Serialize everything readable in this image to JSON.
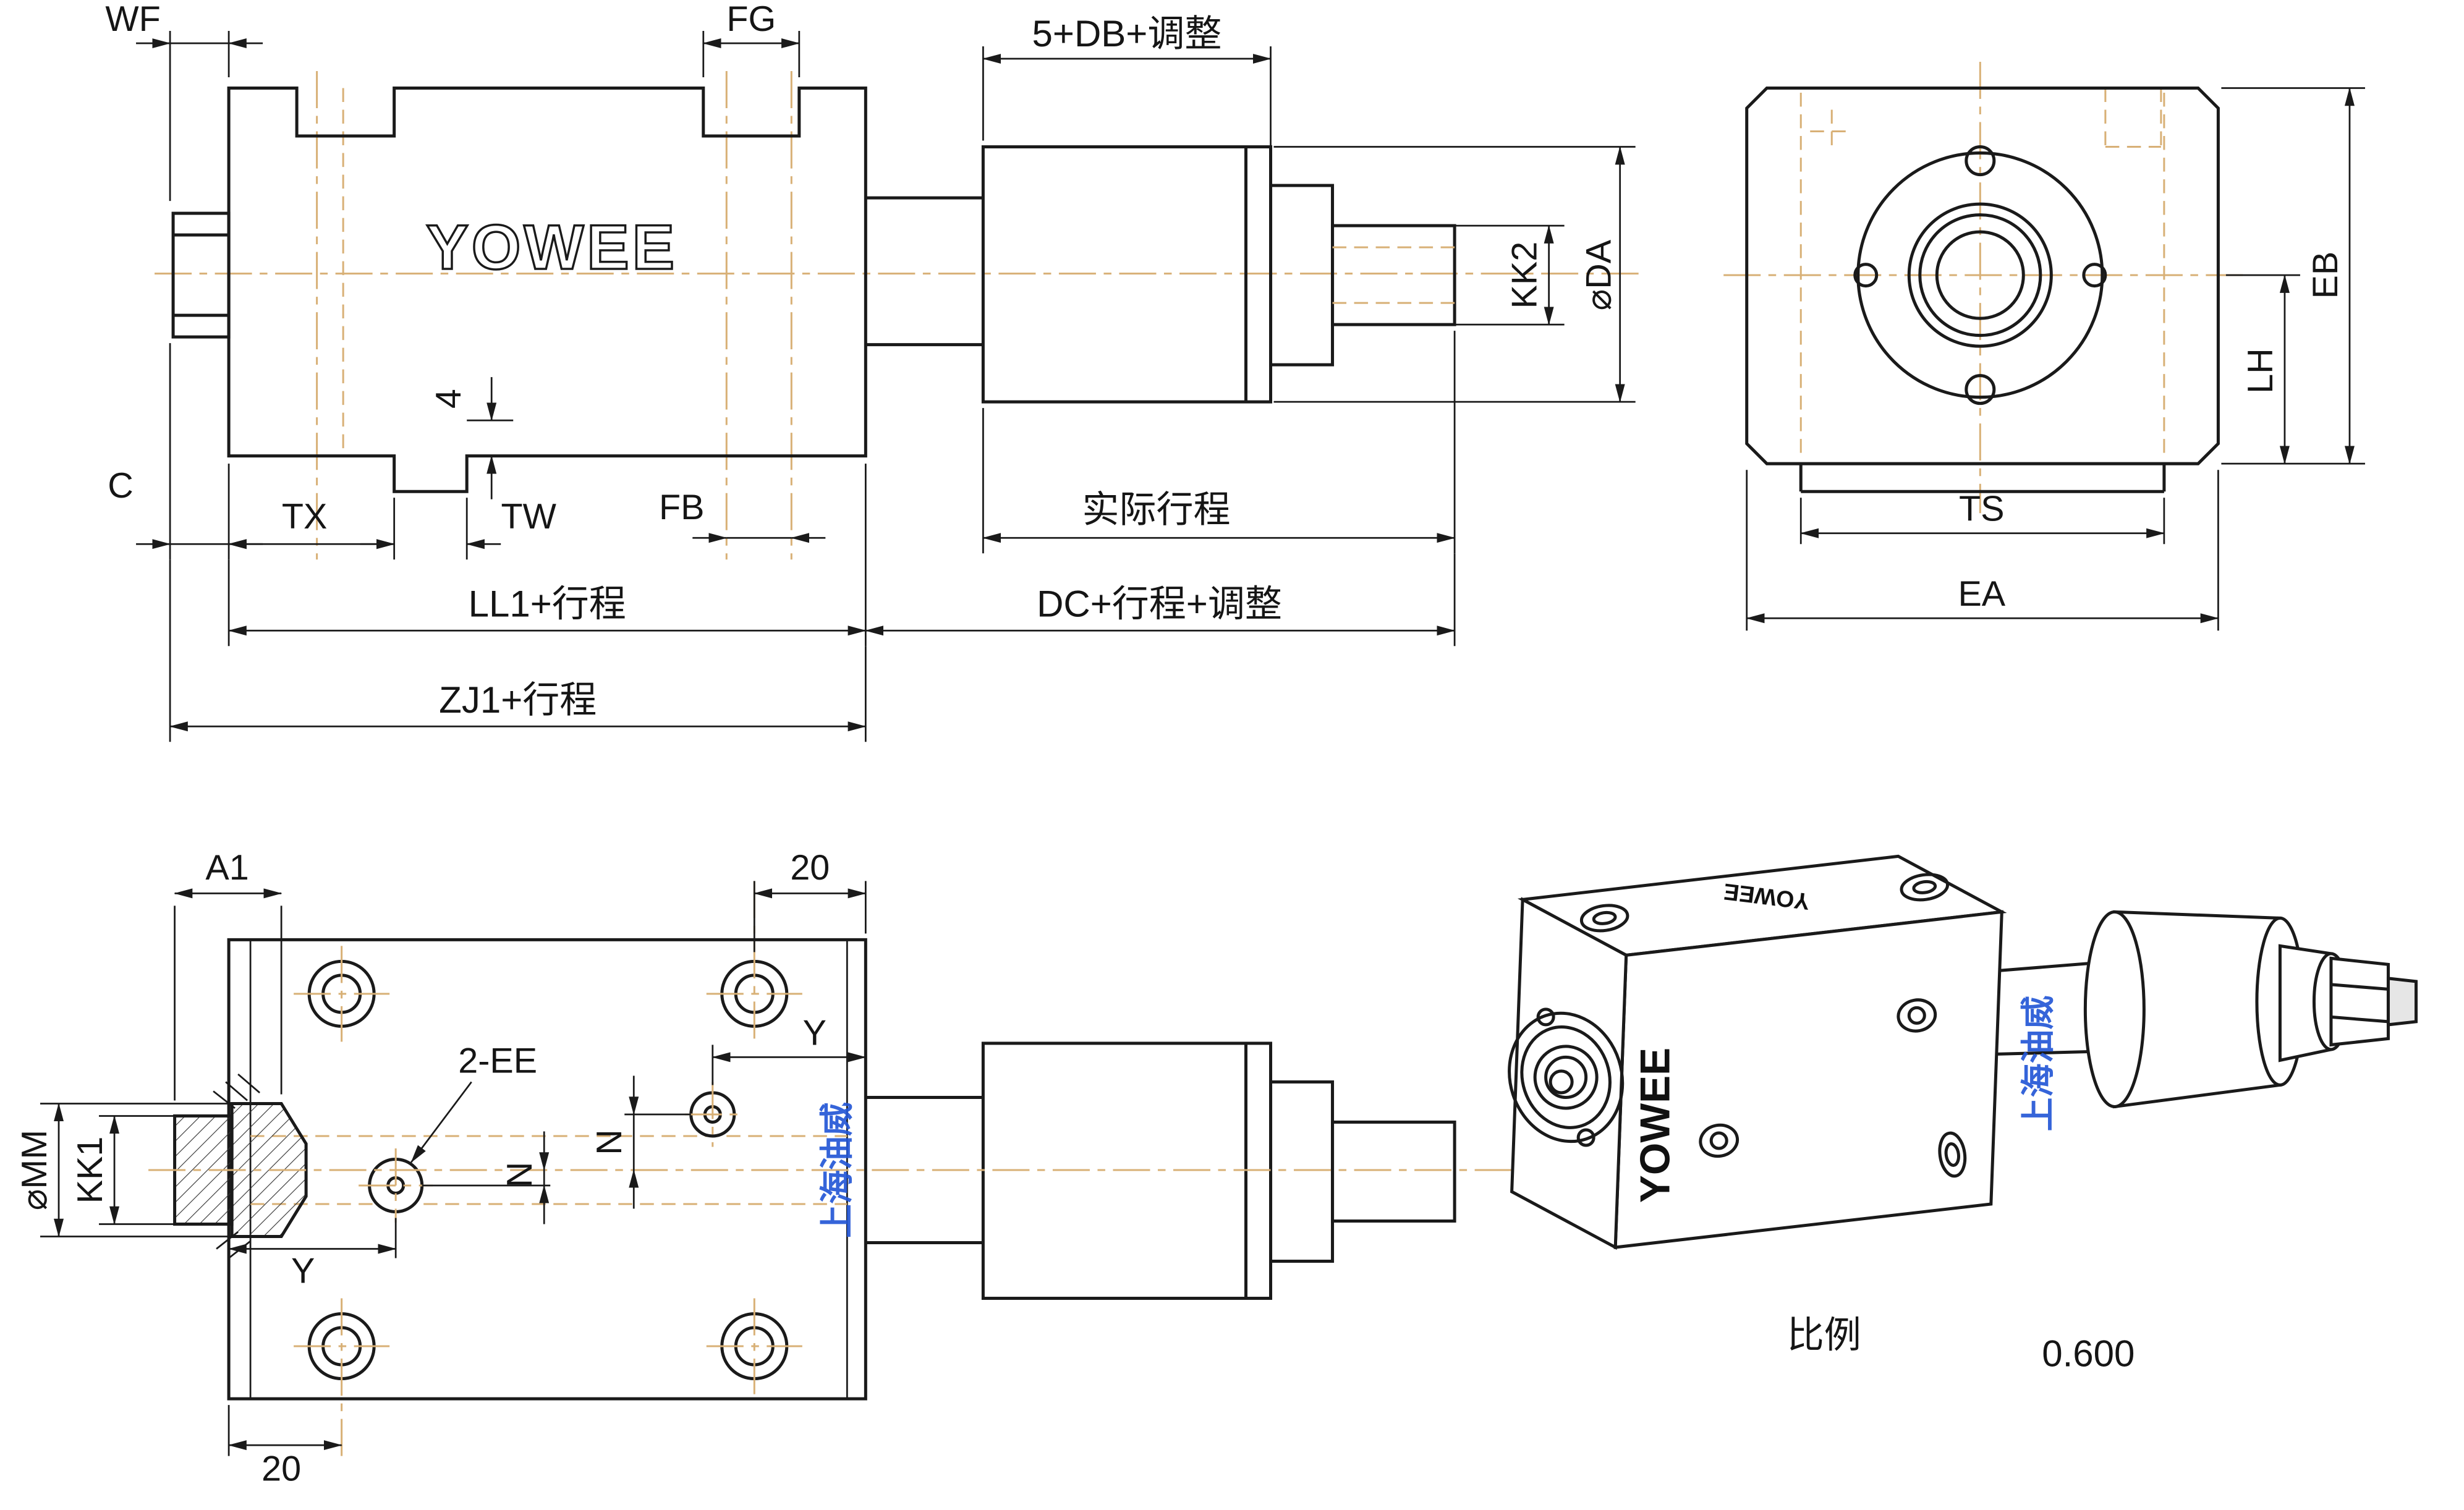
{
  "drawing": {
    "brand": "YOWEE",
    "watermark": "上海油威",
    "scale": {
      "label": "比例",
      "value": "0.600"
    },
    "colors": {
      "line": "#1a1a1a",
      "centerline": "#d8b076",
      "watermark_blue": "#2457d6"
    },
    "side_view": {
      "dims": {
        "wf": "WF",
        "fg": "FG",
        "db_adjust": "5+DB+调整",
        "kk2": "KK2",
        "da": "⌀DA",
        "c": "C",
        "tx": "TX",
        "tw": "TW",
        "fb": "FB",
        "notch_depth": "4",
        "actual_stroke": "实际行程",
        "ll1_stroke": "LL1+行程",
        "dc_stroke_adjust": "DC+行程+调整",
        "zj1_stroke": "ZJ1+行程"
      }
    },
    "end_view": {
      "dims": {
        "eb": "EB",
        "lh": "LH",
        "ts": "TS",
        "ea": "EA"
      }
    },
    "plan_view": {
      "dims": {
        "a1": "A1",
        "top_20": "20",
        "y_top": "Y",
        "n_upper": "N",
        "ee": "2-EE",
        "n_lower": "N",
        "y_bottom": "Y",
        "mm": "⌀MM",
        "kk1": "KK1",
        "bottom_20": "20"
      }
    }
  }
}
